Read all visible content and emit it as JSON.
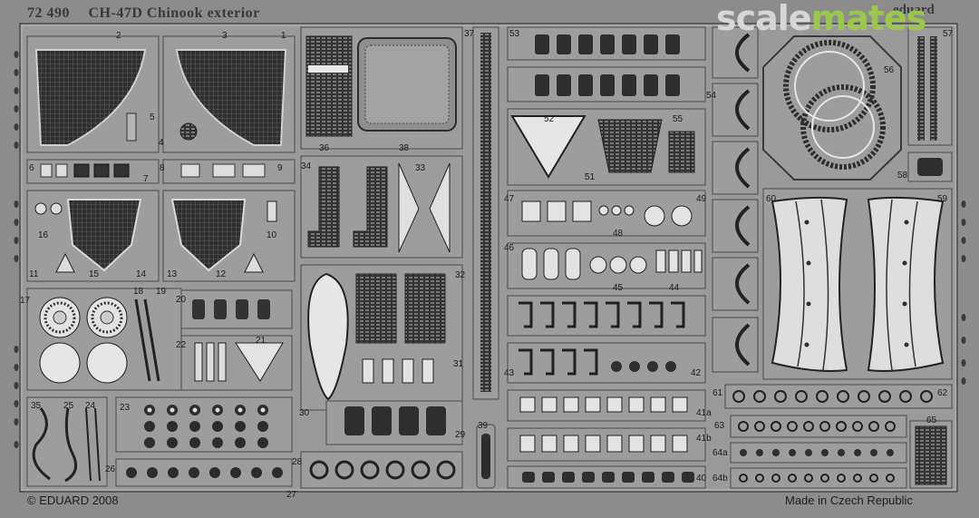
{
  "sheet": {
    "code": "72 490",
    "title": "CH-47D Chinook exterior",
    "manufacturer_mark": "eduard",
    "copyright": "© EDUARD 2008",
    "origin": "Made in Czech Republic"
  },
  "watermark": {
    "part1": "scale",
    "part2": "mates"
  },
  "part_numbers": [
    "1",
    "2",
    "3",
    "4",
    "5",
    "6",
    "7",
    "8",
    "9",
    "10",
    "11",
    "12",
    "13",
    "14",
    "15",
    "16",
    "17",
    "18",
    "19",
    "20",
    "21",
    "22",
    "23",
    "24",
    "25",
    "26",
    "27",
    "28",
    "29",
    "30",
    "31",
    "32",
    "33",
    "34",
    "35",
    "36",
    "37",
    "38",
    "39",
    "40",
    "41a",
    "41b",
    "42",
    "43",
    "44",
    "45",
    "46",
    "47",
    "48",
    "49",
    "51",
    "52",
    "53",
    "54",
    "55",
    "56",
    "57",
    "58",
    "59",
    "60",
    "61",
    "62",
    "63",
    "64a",
    "64b",
    "65"
  ],
  "colors": {
    "sheet": "#8c8c8c",
    "part_fill": "#9d9d9d",
    "part_edge": "#4a4a4a",
    "mesh": "#2e2e2e",
    "brand_green": "#9bc84a"
  }
}
